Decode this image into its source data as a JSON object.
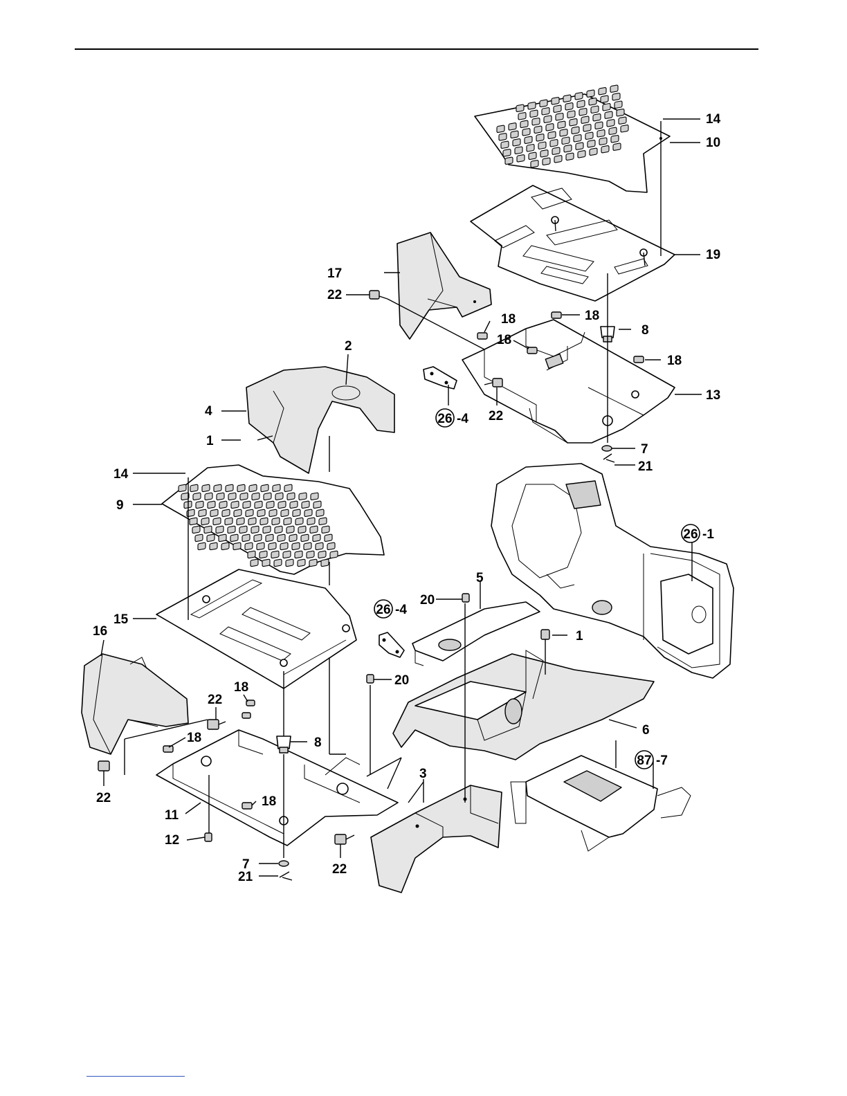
{
  "page": {
    "title": ""
  },
  "diagram": {
    "callouts": [
      {
        "id": "c14a",
        "text": "14"
      },
      {
        "id": "c10",
        "text": "10"
      },
      {
        "id": "c19",
        "text": "19"
      },
      {
        "id": "c17",
        "text": "17"
      },
      {
        "id": "c22a",
        "text": "22"
      },
      {
        "id": "c18a",
        "text": "18"
      },
      {
        "id": "c18b",
        "text": "18"
      },
      {
        "id": "c8a",
        "text": "8"
      },
      {
        "id": "c18c",
        "text": "18"
      },
      {
        "id": "c18d",
        "text": "18"
      },
      {
        "id": "c13",
        "text": "13"
      },
      {
        "id": "c22b",
        "text": "22"
      },
      {
        "id": "c7a",
        "text": "7"
      },
      {
        "id": "c21a",
        "text": "21"
      },
      {
        "id": "c2",
        "text": "2"
      },
      {
        "id": "c4",
        "text": "4"
      },
      {
        "id": "c1a",
        "text": "1"
      },
      {
        "id": "c14b",
        "text": "14"
      },
      {
        "id": "c9",
        "text": "9"
      },
      {
        "id": "c15",
        "text": "15"
      },
      {
        "id": "c16",
        "text": "16"
      },
      {
        "id": "c5",
        "text": "5"
      },
      {
        "id": "c20a",
        "text": "20"
      },
      {
        "id": "c1b",
        "text": "1"
      },
      {
        "id": "c20b",
        "text": "20"
      },
      {
        "id": "c6",
        "text": "6"
      },
      {
        "id": "c22c",
        "text": "22"
      },
      {
        "id": "c18e",
        "text": "18"
      },
      {
        "id": "c18f",
        "text": "18"
      },
      {
        "id": "c8b",
        "text": "8"
      },
      {
        "id": "c22d",
        "text": "22"
      },
      {
        "id": "c11",
        "text": "11"
      },
      {
        "id": "c18g",
        "text": "18"
      },
      {
        "id": "c12",
        "text": "12"
      },
      {
        "id": "c7b",
        "text": "7"
      },
      {
        "id": "c21b",
        "text": "21"
      },
      {
        "id": "c22e",
        "text": "22"
      },
      {
        "id": "c3",
        "text": "3"
      }
    ],
    "refs": [
      {
        "id": "r26a",
        "num": "26",
        "suffix": "-4"
      },
      {
        "id": "r26b",
        "num": "26",
        "suffix": "-1"
      },
      {
        "id": "r26c",
        "num": "26",
        "suffix": "-4"
      },
      {
        "id": "r87",
        "num": "87",
        "suffix": "-7"
      }
    ]
  }
}
